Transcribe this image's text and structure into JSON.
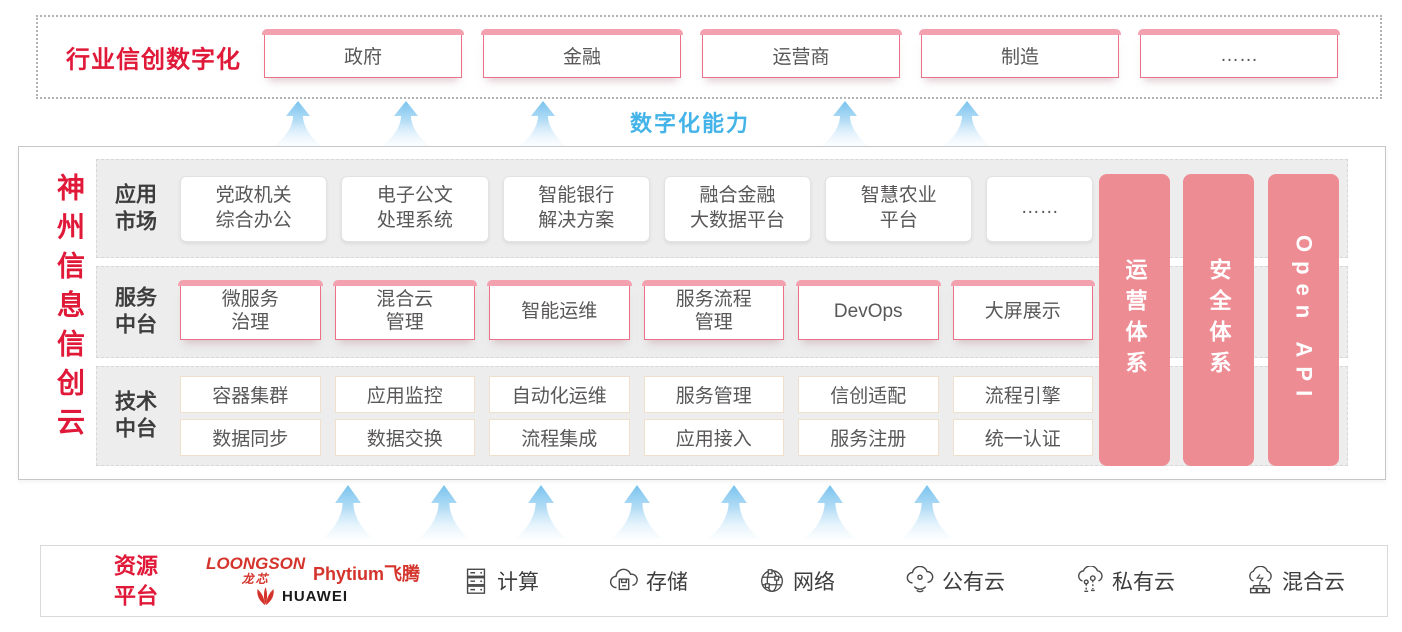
{
  "colors": {
    "red": "#e01939",
    "pink_bar": "#ee8c94",
    "pink_top": "#f3a0af",
    "blue": "#43b3e8"
  },
  "industry": {
    "title": "行业信创数字化",
    "items": [
      "政府",
      "金融",
      "运营商",
      "制造",
      "……"
    ]
  },
  "capability_label": "数字化能力",
  "cloud": {
    "title": "神州信息信创云",
    "app_row": {
      "label": "应用\n市场",
      "items": [
        "党政机关\n综合办公",
        "电子公文\n处理系统",
        "智能银行\n解决方案",
        "融合金融\n大数据平台",
        "智慧农业\n平台",
        "……"
      ]
    },
    "service_row": {
      "label": "服务\n中台",
      "items": [
        "微服务\n治理",
        "混合云\n管理",
        "智能运维",
        "服务流程\n管理",
        "DevOps",
        "大屏展示"
      ]
    },
    "tech_row": {
      "label": "技术\n中台",
      "items": [
        "容器集群",
        "应用监控",
        "自动化运维",
        "服务管理",
        "信创适配",
        "流程引擎",
        "数据同步",
        "数据交换",
        "流程集成",
        "应用接入",
        "服务注册",
        "统一认证"
      ]
    },
    "side_bars": [
      "运营体系",
      "安全体系",
      "Open API"
    ]
  },
  "resources": {
    "title": "资源\n平台",
    "vendors": {
      "loongson": "LOONGSON",
      "loongson_cn": "龙芯",
      "phytium": "Phytium飞腾",
      "huawei": "HUAWEI"
    },
    "items": [
      {
        "icon": "compute",
        "label": "计算"
      },
      {
        "icon": "storage",
        "label": "存储"
      },
      {
        "icon": "network",
        "label": "网络"
      },
      {
        "icon": "public-cloud",
        "label": "公有云"
      },
      {
        "icon": "private-cloud",
        "label": "私有云"
      },
      {
        "icon": "hybrid-cloud",
        "label": "混合云"
      }
    ]
  }
}
